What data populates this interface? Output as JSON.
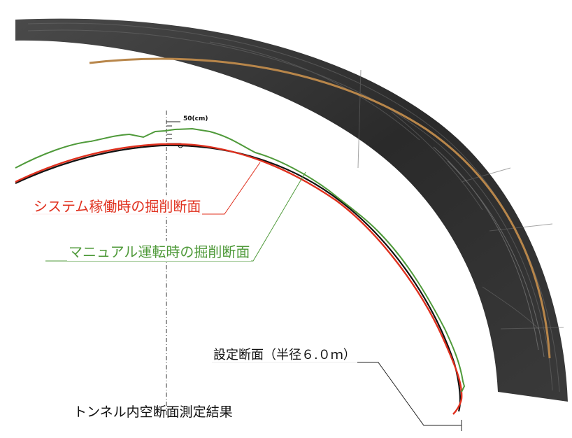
{
  "labels": {
    "system": "システム稼働時の掘削断面",
    "manual": "マニュアル運転時の掘削断面",
    "design": "設定断面（半径６.０ｍ）",
    "title": "トンネル内空断面測定結果",
    "scale": "50(cm)"
  },
  "colors": {
    "system": "#e0301e",
    "manual": "#4f9a3a",
    "design": "#111111",
    "rock": "#2e2e2e"
  }
}
